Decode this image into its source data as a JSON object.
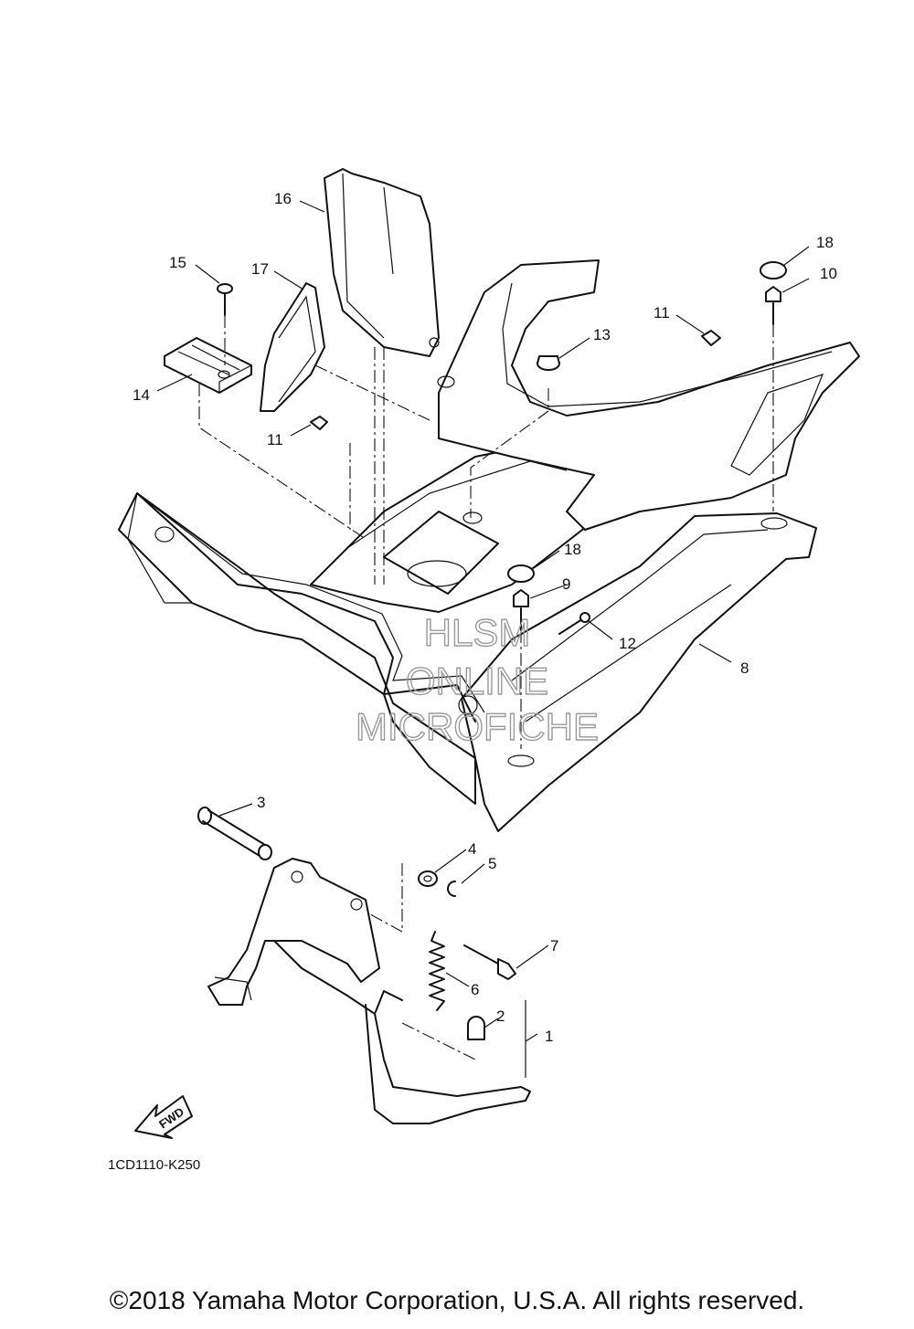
{
  "callouts": {
    "c1": "1",
    "c2": "2",
    "c3": "3",
    "c4": "4",
    "c5": "5",
    "c6": "6",
    "c7": "7",
    "c8": "8",
    "c9": "9",
    "c10": "10",
    "c11a": "11",
    "c11b": "11",
    "c12": "12",
    "c13": "13",
    "c14": "14",
    "c15": "15",
    "c16": "16",
    "c17": "17",
    "c18a": "18",
    "c18b": "18"
  },
  "watermark": {
    "line1": "HLSM",
    "line2": "ONLINE",
    "line3": "MICROFICHE"
  },
  "fwd_label": "FWD",
  "diagram_code": "1CD1110-K250",
  "copyright": "©2018 Yamaha Motor Corporation, U.S.A. All rights reserved."
}
